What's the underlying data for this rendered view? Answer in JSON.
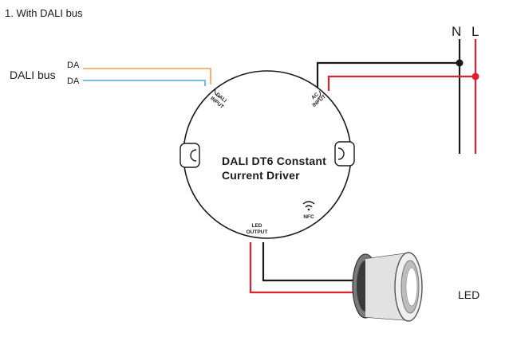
{
  "heading": "1. With DALI bus",
  "dali_bus": {
    "label": "DALI bus",
    "line1": "DA",
    "line2": "DA"
  },
  "mains": {
    "neutral": "N",
    "live": "L"
  },
  "driver": {
    "title_line1": "DALI DT6 Constant",
    "title_line2": "Current Driver",
    "dali_input_line1": "DALI",
    "dali_input_line2": "INPUT",
    "ac_input_line1": "AC",
    "ac_input_line2": "INPUT",
    "led_output_line1": "LED",
    "led_output_line2": "OUTPUT",
    "nfc_label": "NFC"
  },
  "led_label": "LED",
  "colors": {
    "dali_wire_1": "#f0a050",
    "dali_wire_2": "#4fa8e0",
    "neutral_wire": "#1a1a1a",
    "live_wire": "#e0202a"
  }
}
